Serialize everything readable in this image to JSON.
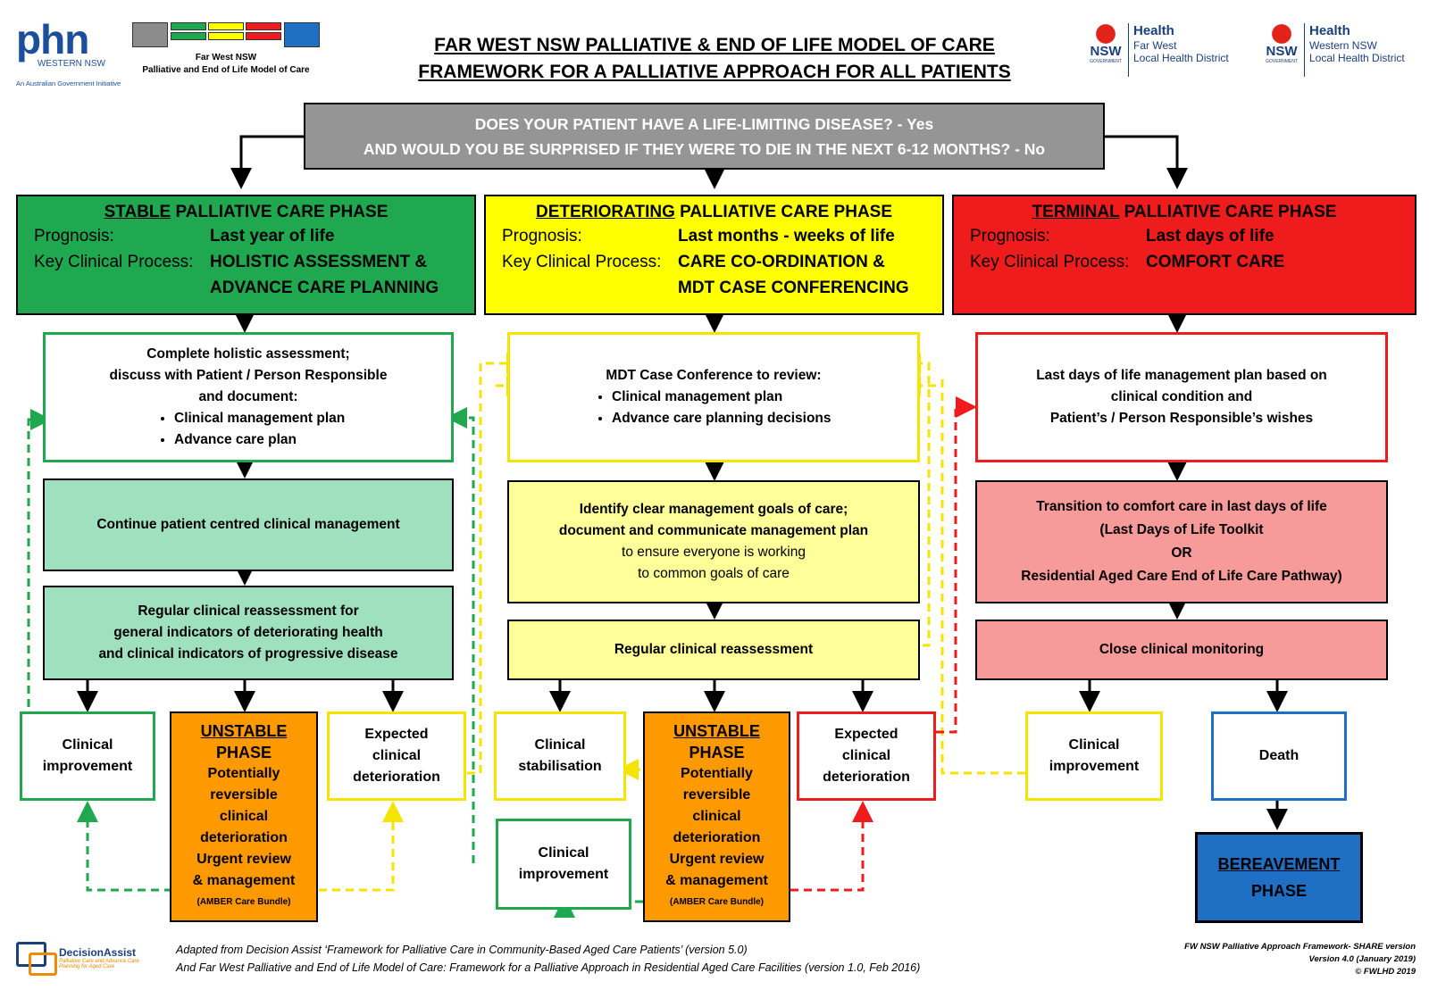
{
  "header": {
    "phn_logo": "phn",
    "phn_sub": "WESTERN NSW",
    "phn_tag": "An Australian Government Initiative",
    "model_logo_line1": "Far West NSW",
    "model_logo_line2": "Palliative and End of Life Model of Care",
    "title_line1": "FAR WEST NSW PALLIATIVE & END OF LIFE MODEL OF CARE",
    "title_line2": "FRAMEWORK FOR A PALLIATIVE APPROACH FOR ALL PATIENTS",
    "nsw_logo1": {
      "nsw": "NSW",
      "gov": "GOVERNMENT",
      "health": "Health",
      "district_line1": "Far West",
      "district_line2": "Local Health District"
    },
    "nsw_logo2": {
      "nsw": "NSW",
      "gov": "GOVERNMENT",
      "health": "Health",
      "district_line1": "Western NSW",
      "district_line2": "Local Health District"
    }
  },
  "question": {
    "line1": "DOES YOUR PATIENT HAVE A LIFE-LIMITING DISEASE? - Yes",
    "line2": "AND WOULD YOU BE SURPRISED IF THEY WERE TO DIE IN THE NEXT 6-12 MONTHS? - No"
  },
  "phases": {
    "stable": {
      "title_u": "STABLE",
      "title_rest": " PALLIATIVE CARE PHASE",
      "prognosis_label": "Prognosis:",
      "prognosis_value": "Last year of life",
      "process_label": "Key Clinical Process:",
      "process_value_line1": "HOLISTIC ASSESSMENT &",
      "process_value_line2": "ADVANCE CARE PLANNING",
      "color": "#1fa84f"
    },
    "deteriorating": {
      "title_u": "DETERIORATING",
      "title_rest": " PALLIATIVE CARE PHASE",
      "prognosis_label": "Prognosis:",
      "prognosis_value": "Last months - weeks of life",
      "process_label": "Key Clinical Process:",
      "process_value_line1": "CARE CO-ORDINATION &",
      "process_value_line2": "MDT CASE CONFERENCING",
      "color": "#ffff00"
    },
    "terminal": {
      "title_u": "TERMINAL",
      "title_rest": " PALLIATIVE CARE PHASE",
      "prognosis_label": "Prognosis:",
      "prognosis_value": "Last days of life",
      "process_label": "Key Clinical Process:",
      "process_value_line1": "COMFORT CARE",
      "color": "#ee1c1c"
    }
  },
  "stable_col": {
    "assessment_line1": "Complete holistic assessment;",
    "assessment_line2": "discuss with Patient / Person Responsible",
    "assessment_line3": "and document:",
    "assessment_bullets": [
      "Clinical management plan",
      "Advance care plan"
    ],
    "continue": "Continue patient centred clinical management",
    "reassess_line1": "Regular clinical reassessment for",
    "reassess_line2": "general indicators of deteriorating health",
    "reassess_line3": "and clinical indicators of progressive disease",
    "improvement_line1": "Clinical",
    "improvement_line2": "improvement",
    "expected_line1": "Expected",
    "expected_line2": "clinical",
    "expected_line3": "deterioration"
  },
  "unstable": {
    "title1": "UNSTABLE",
    "title2": "PHASE",
    "line1": "Potentially",
    "line2": "reversible",
    "line3": "clinical",
    "line4": "deterioration",
    "line5": "Urgent review",
    "line6": "& management",
    "bundle": "(AMBER Care Bundle)"
  },
  "det_col": {
    "mdt_title": "MDT Case Conference to review:",
    "mdt_bullets": [
      "Clinical management plan",
      "Advance care planning decisions"
    ],
    "goals_line1": "Identify clear management goals of care;",
    "goals_line2": "document and communicate management plan",
    "goals_line3": "to ensure everyone is working",
    "goals_line4": "to common goals of care",
    "reassess": "Regular clinical reassessment",
    "stabilisation_line1": "Clinical",
    "stabilisation_line2": "stabilisation",
    "improvement_line1": "Clinical",
    "improvement_line2": "improvement",
    "expected_line1": "Expected",
    "expected_line2": "clinical",
    "expected_line3": "deterioration"
  },
  "term_col": {
    "plan_line1": "Last days of life management plan based on",
    "plan_line2": "clinical condition and",
    "plan_line3": "Patient’s / Person Responsible’s wishes",
    "transition_line1": "Transition to comfort care in last days of life",
    "transition_line2": "(Last Days of Life Toolkit",
    "transition_line3": "OR",
    "transition_line4": "Residential Aged Care End of Life Care Pathway)",
    "monitoring": "Close clinical monitoring",
    "improvement_line1": "Clinical",
    "improvement_line2": "improvement",
    "death": "Death",
    "bereavement_line1": "BEREAVEMENT",
    "bereavement_line2": "PHASE"
  },
  "footer": {
    "logo_name": "DecisionAssist",
    "logo_tag1": "Palliative Care and Advance Care",
    "logo_tag2": "Planning for Aged Care",
    "adapted1": "Adapted from Decision Assist ‘Framework for Palliative Care in Community-Based Aged Care Patients’ (version 5.0)",
    "adapted2": "And Far West Palliative and End of Life Model of Care: Framework for a Palliative Approach in Residential Aged Care Facilities (version 1.0, Feb 2016)",
    "version1": "FW NSW Palliative Approach Framework- SHARE version",
    "version2": "Version 4.0 (January 2019)",
    "version3": "© FWLHD 2019"
  }
}
